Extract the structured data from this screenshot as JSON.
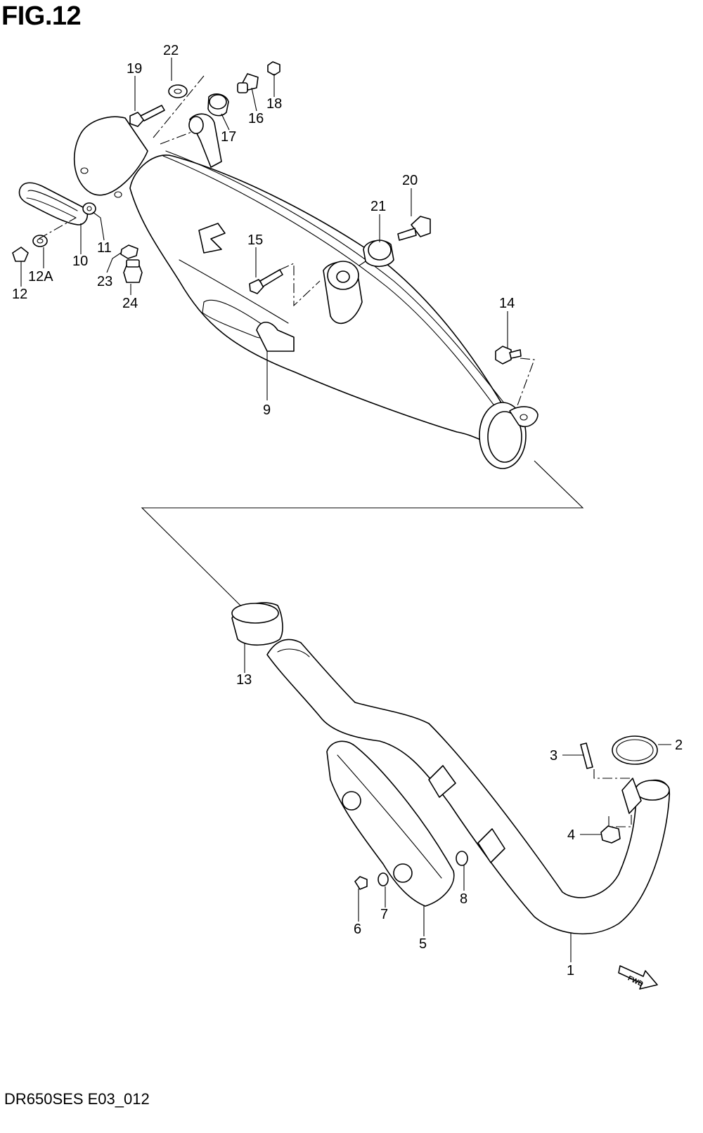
{
  "header": {
    "title": "FIG.12"
  },
  "footer": {
    "code": "DR650SES E03_012"
  },
  "fwd_label": "FWD",
  "callouts": {
    "p1": "1",
    "p2": "2",
    "p3": "3",
    "p4": "4",
    "p5": "5",
    "p6": "6",
    "p7": "7",
    "p8": "8",
    "p9": "9",
    "p10": "10",
    "p11": "11",
    "p12": "12",
    "p12a": "12A",
    "p13": "13",
    "p14": "14",
    "p15": "15",
    "p16": "16",
    "p17": "17",
    "p18": "18",
    "p19": "19",
    "p20": "20",
    "p21": "21",
    "p22": "22",
    "p23": "23",
    "p24": "24"
  }
}
